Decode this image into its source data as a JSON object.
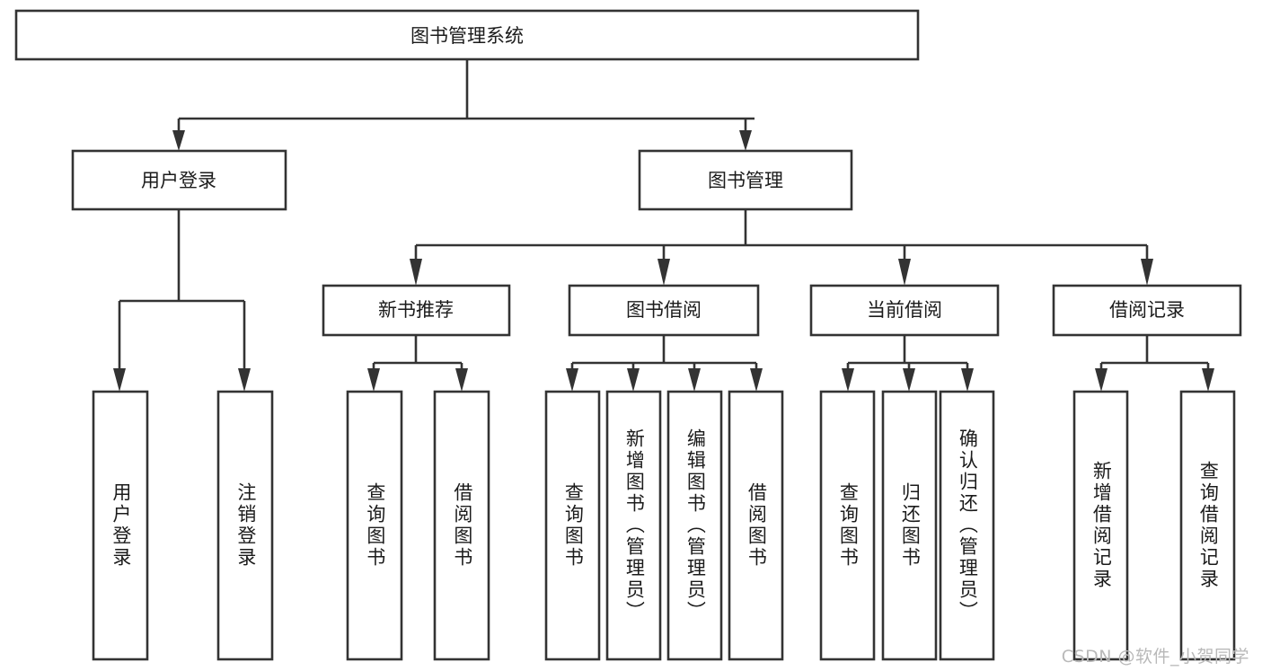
{
  "diagram": {
    "title": "图书管理系统",
    "watermark": "CSDN @软件_小贺同学",
    "type": "tree-hierarchy-diagram",
    "root": {
      "id": "root",
      "label": "图书管理系统"
    },
    "level2": [
      {
        "id": "user-login",
        "label": "用户登录"
      },
      {
        "id": "book-manage",
        "label": "图书管理"
      }
    ],
    "level3": [
      {
        "id": "new-book-recommend",
        "label": "新书推荐",
        "parent": "book-manage"
      },
      {
        "id": "book-borrow",
        "label": "图书借阅",
        "parent": "book-manage"
      },
      {
        "id": "current-borrow",
        "label": "当前借阅",
        "parent": "book-manage"
      },
      {
        "id": "borrow-record",
        "label": "借阅记录",
        "parent": "book-manage"
      }
    ],
    "leaves": {
      "user-login": [
        {
          "id": "leaf-user-login",
          "label": "用户登录"
        },
        {
          "id": "leaf-user-logout",
          "label": "注销登录"
        }
      ],
      "new-book-recommend": [
        {
          "id": "leaf-query-book-1",
          "label": "查询图书"
        },
        {
          "id": "leaf-borrow-book-1",
          "label": "借阅图书"
        }
      ],
      "book-borrow": [
        {
          "id": "leaf-query-book-2",
          "label": "查询图书"
        },
        {
          "id": "leaf-add-book",
          "label": "新增图书（管理员）"
        },
        {
          "id": "leaf-edit-book",
          "label": "编辑图书（管理员）"
        },
        {
          "id": "leaf-borrow-book-2",
          "label": "借阅图书"
        }
      ],
      "current-borrow": [
        {
          "id": "leaf-query-book-3",
          "label": "查询图书"
        },
        {
          "id": "leaf-return-book",
          "label": "归还图书"
        },
        {
          "id": "leaf-confirm-return",
          "label": "确认归还（管理员）"
        }
      ],
      "borrow-record": [
        {
          "id": "leaf-add-record",
          "label": "新增借阅记录"
        },
        {
          "id": "leaf-query-record",
          "label": "查询借阅记录"
        }
      ]
    },
    "colors": {
      "stroke": "#333333",
      "box_fill": "#ffffff",
      "text": "#1b1b1b",
      "background": "#ffffff",
      "watermark": "#b9b9b9"
    }
  }
}
